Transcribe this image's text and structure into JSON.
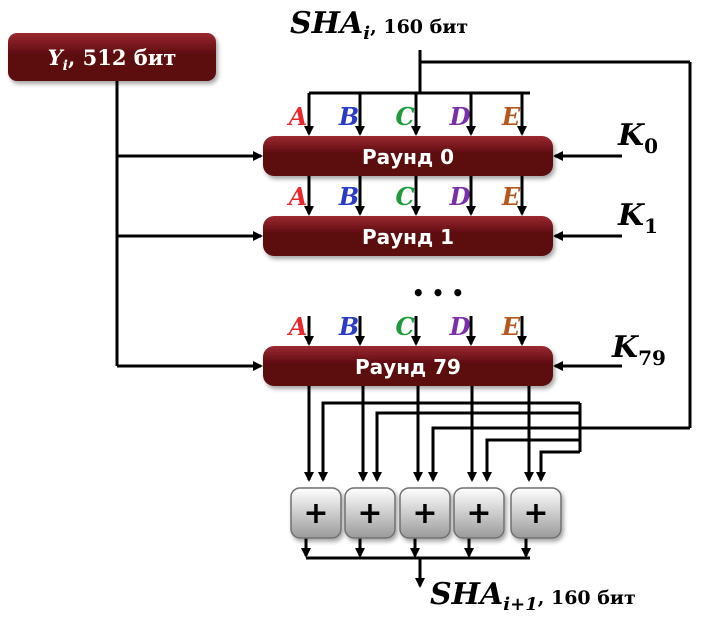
{
  "input_block": {
    "var": "Y",
    "sub": "i",
    "rest": ", 512 бит"
  },
  "sha_in": {
    "var": "SHA",
    "sub": "i",
    "rest": ", 160 бит"
  },
  "sha_out": {
    "var": "SHA",
    "sub": "i+1",
    "rest": ", 160 бит"
  },
  "letters": [
    {
      "text": "A",
      "color": "#e8272a"
    },
    {
      "text": "B",
      "color": "#2a3cc6"
    },
    {
      "text": "C",
      "color": "#1e9a3a"
    },
    {
      "text": "D",
      "color": "#7a2fa8"
    },
    {
      "text": "E",
      "color": "#b5581e"
    }
  ],
  "rounds": [
    {
      "label": "Раунд  0",
      "key": {
        "var": "K",
        "sub": "0"
      }
    },
    {
      "label": "Раунд  1",
      "key": {
        "var": "K",
        "sub": "1"
      }
    },
    {
      "label": "Раунд  79",
      "key": {
        "var": "K",
        "sub": "79"
      }
    }
  ],
  "ellipsis": "• • •",
  "adders": [
    "+",
    "+",
    "+",
    "+",
    "+"
  ],
  "colors": {
    "box_dark": "#5c0a10",
    "box_light": "#9b2a30",
    "box_text": "#ffffff",
    "line": "#000000",
    "adder_light": "#ffffff",
    "adder_dark": "#9a9a9a"
  }
}
